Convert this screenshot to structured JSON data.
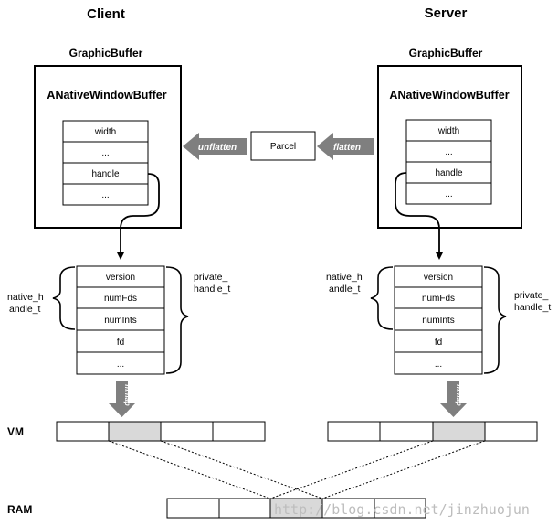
{
  "client": {
    "title": "Client",
    "graphic_buffer": "GraphicBuffer",
    "window_buffer": "ANativeWindowBuffer",
    "fields": [
      "width",
      "...",
      "handle",
      "..."
    ],
    "handle_fields": [
      "version",
      "numFds",
      "numInts",
      "fd",
      "..."
    ],
    "native_handle_label": [
      "native_h",
      "andle_t"
    ],
    "private_handle_label": [
      "private_",
      "handle_t"
    ],
    "mmap_label": "mmap"
  },
  "server": {
    "title": "Server",
    "graphic_buffer": "GraphicBuffer",
    "window_buffer": "ANativeWindowBuffer",
    "fields": [
      "width",
      "...",
      "handle",
      "..."
    ],
    "handle_fields": [
      "version",
      "numFds",
      "numInts",
      "fd",
      "..."
    ],
    "native_handle_label": [
      "native_h",
      "andle_t"
    ],
    "private_handle_label": [
      "private_",
      "handle_t"
    ],
    "mmap_label": "mmap"
  },
  "transfer": {
    "parcel": "Parcel",
    "flatten": "flatten",
    "unflatten": "unflatten"
  },
  "memory": {
    "vm_label": "VM",
    "ram_label": "RAM"
  },
  "watermark": "http://blog.csdn.net/jinzhuojun",
  "colors": {
    "arrow_fill": "#7f7f7f",
    "highlight": "#d9d9d9",
    "watermark": "#bdbdbd"
  }
}
